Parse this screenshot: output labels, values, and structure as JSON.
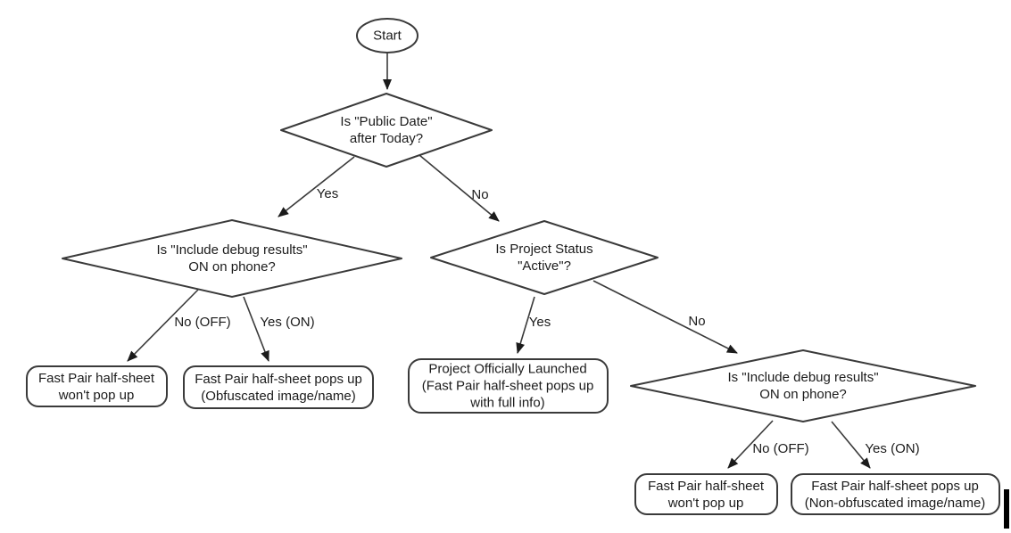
{
  "diagram": {
    "type": "flowchart",
    "background_color": "#ffffff",
    "stroke_color": "#3a3a3a",
    "text_color": "#1b1b1b"
  },
  "nodes": {
    "start": {
      "shape": "ellipse",
      "label": "Start"
    },
    "public_date": {
      "shape": "diamond",
      "line1": "Is \"Public Date\"",
      "line2": "after Today?"
    },
    "debug_left": {
      "shape": "diamond",
      "line1": "Is \"Include debug results\"",
      "line2": "ON on phone?"
    },
    "project_status": {
      "shape": "diamond",
      "line1": "Is Project Status",
      "line2": "\"Active\"?"
    },
    "debug_right": {
      "shape": "diamond",
      "line1": "Is \"Include debug results\"",
      "line2": "ON on phone?"
    },
    "no_popup_left": {
      "shape": "rounded-rect",
      "line1": "Fast Pair half-sheet",
      "line2": "won't pop up"
    },
    "obfuscated": {
      "shape": "rounded-rect",
      "line1": "Fast Pair half-sheet pops up",
      "line2": "(Obfuscated image/name)"
    },
    "launched": {
      "shape": "rounded-rect",
      "line1": "Project Officially Launched",
      "line2": "(Fast Pair half-sheet pops up",
      "line3": "with full info)"
    },
    "no_popup_right": {
      "shape": "rounded-rect",
      "line1": "Fast Pair half-sheet",
      "line2": "won't pop up"
    },
    "non_obfuscated": {
      "shape": "rounded-rect",
      "line1": "Fast Pair half-sheet pops up",
      "line2": "(Non-obfuscated image/name)"
    }
  },
  "edge_labels": {
    "yes_left": "Yes",
    "no_right": "No",
    "no_off_left": "No (OFF)",
    "yes_on_left": "Yes (ON)",
    "yes_mid": "Yes",
    "no_mid": "No",
    "no_off_right": "No (OFF)",
    "yes_on_right": "Yes (ON)"
  }
}
